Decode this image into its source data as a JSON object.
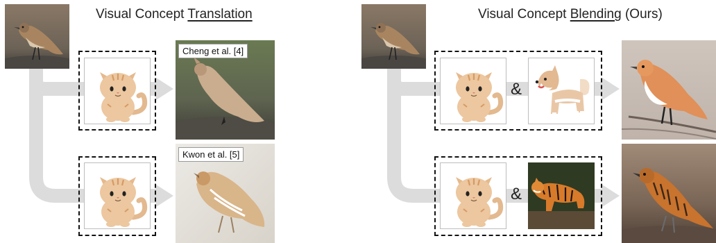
{
  "left": {
    "title_prefix": "Visual Concept ",
    "title_emph": "Translation",
    "result_labels": [
      "Cheng et al. [4]",
      "Kwon et al. [5]"
    ]
  },
  "right": {
    "title_prefix": "Visual Concept ",
    "title_emph": "Blending",
    "title_suffix": " (Ours)",
    "ampersand": "&"
  },
  "colors": {
    "connector": "#dcdcdc",
    "cat": "#e8c09a",
    "dashed_border": "#111111"
  }
}
